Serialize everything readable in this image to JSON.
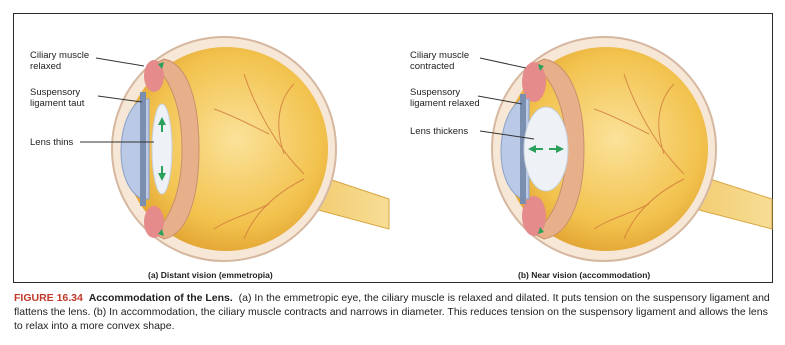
{
  "panel_a": {
    "label_ciliary": "Ciliary muscle\nrelaxed",
    "label_suspensory": "Suspensory\nligament taut",
    "label_lens": "Lens thins",
    "subcaption": "(a)  Distant vision (emmetropia)"
  },
  "panel_b": {
    "label_ciliary": "Ciliary muscle\ncontracted",
    "label_suspensory": "Suspensory\nligament relaxed",
    "label_lens": "Lens thickens",
    "subcaption": "(b)  Near vision (accommodation)"
  },
  "caption": {
    "figure_number": "FIGURE 16.34",
    "title": "Accommodation of the Lens.",
    "text": "(a) In the emmetropic eye, the ciliary muscle is relaxed and dilated. It puts tension on the suspensory ligament and flattens the lens. (b) In accommodation, the ciliary muscle contracts and narrows in diameter. This reduces tension on the suspensory ligament and allows the lens to relax into a more convex shape."
  },
  "colors": {
    "figure_label": "#c0392b",
    "eye_interior": "#f2c24d",
    "sclera": "#f7e7d6",
    "ciliary_muscle": "#e58b8b",
    "arrow": "#2aa05a"
  }
}
